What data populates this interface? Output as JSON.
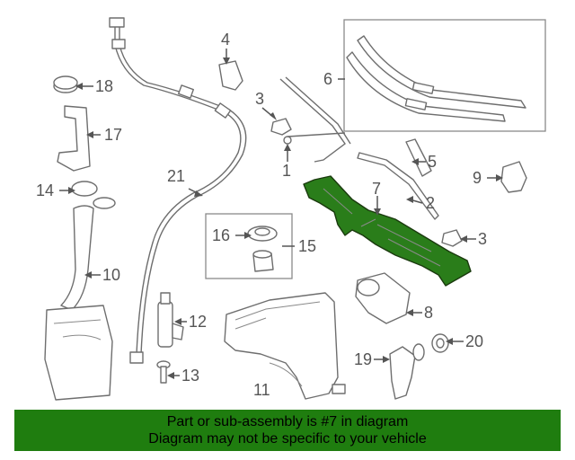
{
  "callouts": {
    "c1": "1",
    "c2": "2",
    "c3a": "3",
    "c3b": "3",
    "c4": "4",
    "c5": "5",
    "c6": "6",
    "c7": "7",
    "c8": "8",
    "c9": "9",
    "c10": "10",
    "c11": "11",
    "c12": "12",
    "c13": "13",
    "c14": "14",
    "c15": "15",
    "c16": "16",
    "c17": "17",
    "c18": "18",
    "c19": "19",
    "c20": "20",
    "c21": "21"
  },
  "highlight_color": "#2a7d1a",
  "banner": {
    "line1": "Part or sub-assembly is #7 in diagram",
    "line2": "Diagram may not be specific to your vehicle",
    "background": "#1f7d0f"
  }
}
